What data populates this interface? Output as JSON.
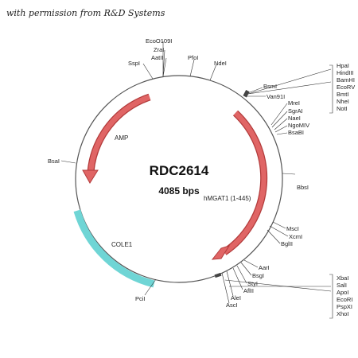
{
  "credit": "with permission from R&D Systems",
  "plasmid": {
    "name": "RDC2614",
    "size": "4085 bps"
  },
  "colors": {
    "backbone": "#555555",
    "amp": "#e06565",
    "insert": "#e06565",
    "ori": "#6fd5d5"
  },
  "features": {
    "amp": {
      "label": "AMP"
    },
    "insert": {
      "label": "hMGAT1 (1-445)"
    },
    "ori": {
      "label": "COLE1"
    }
  },
  "sites": {
    "ecoO109I": "EcoO109I",
    "zraI": "ZraI",
    "aatII": "AatII",
    "sspI": "SspI",
    "pfoI": "PfoI",
    "ndeI": "NdeI",
    "bsmI": "BsmI",
    "van91I": "Van91I",
    "mreI": "MreI",
    "sgrAI": "SgrAI",
    "naeI": "NaeI",
    "ngoMIV": "NgoMIV",
    "bsaBI": "BsaBI",
    "bbsI": "BbsI",
    "mscI": "MscI",
    "xcmI": "XcmI",
    "bglII": "BglII",
    "aarI": "AarI",
    "bsgI": "BsgI",
    "styI": "StyI",
    "aflII": "AflII",
    "aleI": "AleI",
    "ascI": "AscI",
    "pciI": "PciI",
    "bsaI": "BsaI",
    "hpaI": "HpaI",
    "hindIII": "HindIII",
    "bamHI": "BamHI",
    "ecoRV": "EcoRV",
    "bmtI": "BmtI",
    "nheI": "NheI",
    "notI": "NotI",
    "xbaI": "XbaI",
    "salI": "SalI",
    "apoI": "ApoI",
    "ecoRI": "EcoRI",
    "pspXI": "PspXI",
    "xhoI": "XhoI"
  }
}
